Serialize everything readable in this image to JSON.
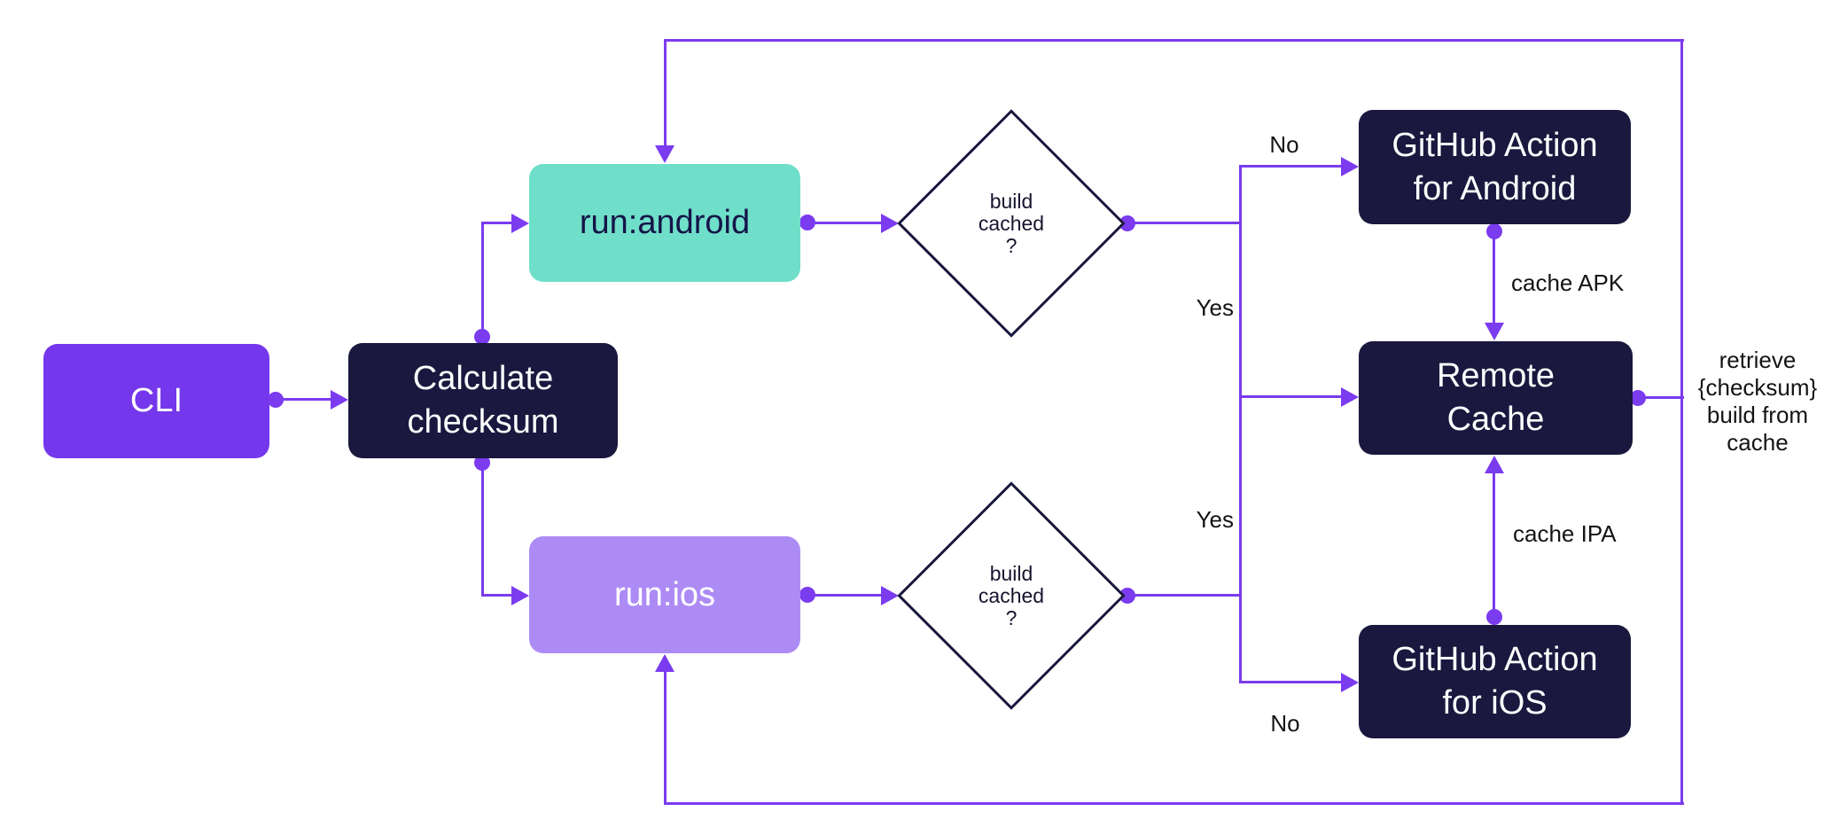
{
  "diagram": {
    "nodes": {
      "cli": {
        "label": "CLI"
      },
      "calculate_checksum": {
        "label": [
          "Calculate",
          "checksum"
        ]
      },
      "run_android": {
        "label": "run:android"
      },
      "run_ios": {
        "label": "run:ios"
      },
      "decision_android": {
        "label": [
          "build",
          "cached",
          "?"
        ]
      },
      "decision_ios": {
        "label": [
          "build",
          "cached",
          "?"
        ]
      },
      "github_action_android": {
        "label": [
          "GitHub Action",
          "for Android"
        ]
      },
      "remote_cache": {
        "label": [
          "Remote",
          "Cache"
        ]
      },
      "github_action_ios": {
        "label": [
          "GitHub Action",
          "for iOS"
        ]
      }
    },
    "edge_labels": {
      "no_android": "No",
      "yes_android": "Yes",
      "yes_ios": "Yes",
      "no_ios": "No",
      "cache_apk": "cache APK",
      "cache_ipa": "cache IPA",
      "retrieve": [
        "retrieve",
        "{checksum}",
        "build from",
        "cache"
      ]
    },
    "colors": {
      "connector_purple": "#7B3BEF",
      "cli_box": "#7437EC",
      "dark_box": "#1A183E",
      "run_android_box": "#6FDFC9",
      "run_ios_box": "#AD8BF5",
      "diamond_border": "#1A183E",
      "label_text": "#141414"
    }
  }
}
